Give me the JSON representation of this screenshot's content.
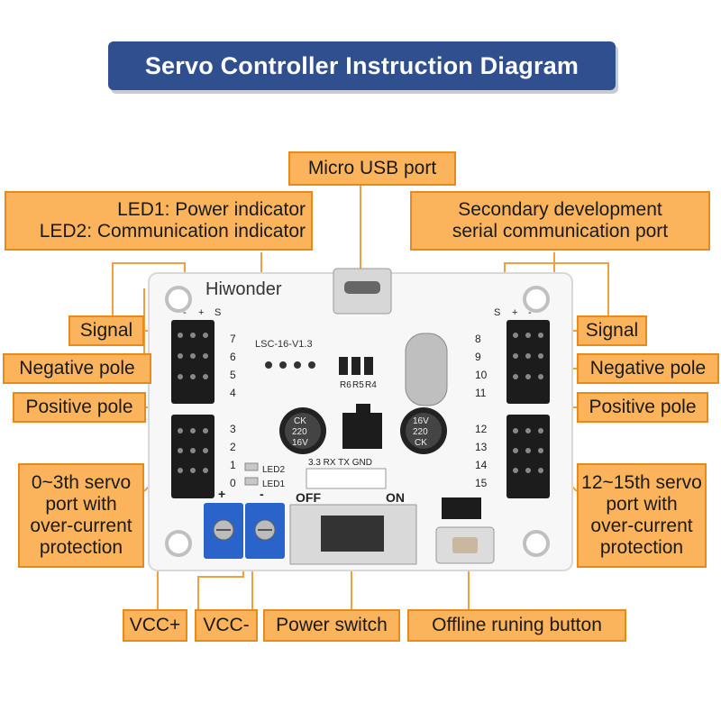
{
  "title": "Servo Controller Instruction Diagram",
  "board": {
    "brand": "Hiwonder",
    "model": "LSC-16-V1.3",
    "left_header": {
      "marks": [
        "-",
        "+",
        "S"
      ],
      "numbers_top": [
        "7",
        "6",
        "5",
        "4"
      ],
      "numbers_bottom": [
        "3",
        "2",
        "1",
        "0"
      ]
    },
    "right_header": {
      "marks": [
        "S",
        "+",
        "-"
      ],
      "numbers_top": [
        "8",
        "9",
        "10",
        "11"
      ],
      "numbers_bottom": [
        "12",
        "13",
        "14",
        "15"
      ]
    },
    "resistors": [
      "R6",
      "R5",
      "R4"
    ],
    "capacitor_left": [
      "CK",
      "220",
      "16V"
    ],
    "capacitor_right": [
      "16V",
      "220",
      "CK"
    ],
    "serial_header": "3.3 RX TX GND",
    "led_labels": [
      "LED2",
      "LED1"
    ],
    "terminal_marks": [
      "+",
      "-"
    ],
    "switch_labels": [
      "OFF",
      "ON"
    ]
  },
  "labels": {
    "usb": [
      "Micro USB port"
    ],
    "leds": [
      "LED1: Power indicator",
      "LED2: Communication indicator"
    ],
    "serial": [
      "Secondary development",
      "serial communication port"
    ],
    "signal_left": [
      "Signal"
    ],
    "negative_left": [
      "Negative pole"
    ],
    "positive_left": [
      "Positive pole"
    ],
    "servo_low": [
      "0~3th servo",
      "port with",
      "over-current",
      "protection"
    ],
    "signal_right": [
      "Signal"
    ],
    "negative_right": [
      "Negative pole"
    ],
    "positive_right": [
      "Positive pole"
    ],
    "servo_high": [
      "12~15th servo",
      "port with",
      "over-current",
      "protection"
    ],
    "vcc_plus": [
      "VCC+"
    ],
    "vcc_minus": [
      "VCC-"
    ],
    "power_switch": [
      "Power switch"
    ],
    "offline_button": [
      "Offline runing button"
    ]
  },
  "colors": {
    "banner": "#2f4f8f",
    "label_fill": "#fbb45c",
    "label_border": "#e88a1a",
    "leader_line": "#f0a040",
    "board": "#f7f7f7",
    "terminal": "#2a63c9"
  }
}
